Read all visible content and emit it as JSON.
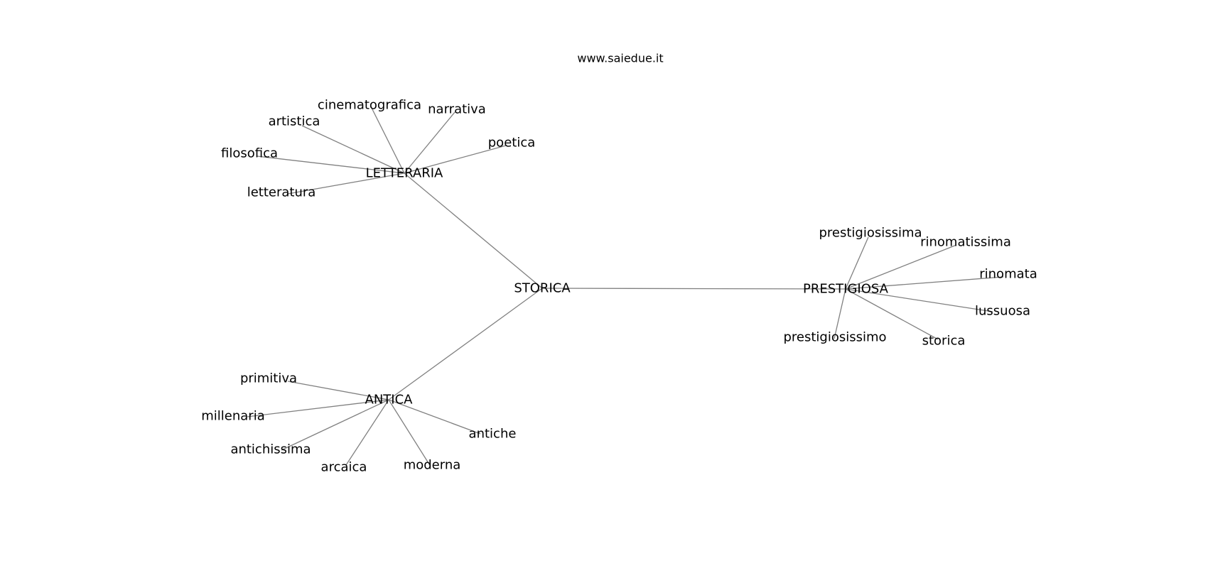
{
  "watermark": "www.saiedue.it",
  "graph": {
    "center": "STORICA",
    "hubs": [
      {
        "label": "LETTERARIA",
        "leaves": [
          "cinematografica",
          "narrativa",
          "artistica",
          "poetica",
          "filosofica",
          "letteratura"
        ]
      },
      {
        "label": "PRESTIGIOSA",
        "leaves": [
          "prestigiosissima",
          "rinomatissima",
          "rinomata",
          "lussuosa",
          "prestigiosissimo",
          "storica"
        ]
      },
      {
        "label": "ANTICA",
        "leaves": [
          "primitiva",
          "millenaria",
          "antichissima",
          "arcaica",
          "moderna",
          "antiche"
        ]
      }
    ]
  }
}
